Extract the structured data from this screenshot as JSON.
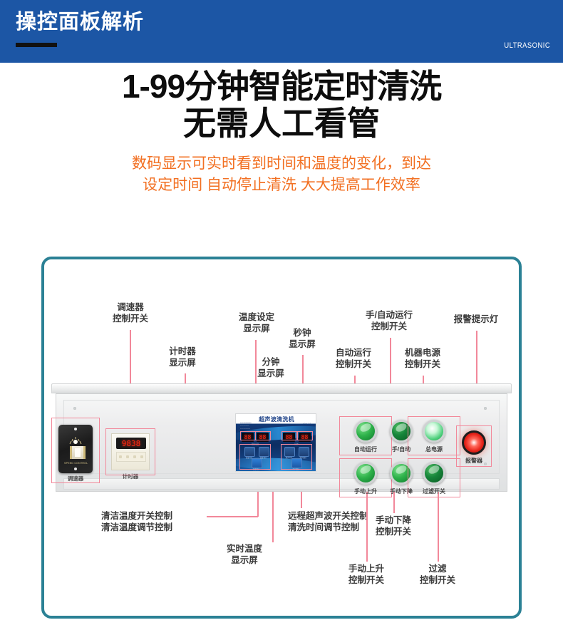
{
  "header": {
    "title": "操控面板解析",
    "brand": "ULTRASONIC",
    "bg_color": "#1c56a5"
  },
  "hero": {
    "line1": "1-99分钟智能定时清洗",
    "line2": "无需人工看管",
    "sub_line1": "数码显示可实时看到时间和温度的变化，到达",
    "sub_line2": "设定时间 自动停止清洗 大大提高工作效率",
    "sub_color": "#f26f21"
  },
  "diagram": {
    "frame_color": "#2b8195",
    "leader_color": "#f2889a",
    "callouts_top": [
      {
        "id": "speed-controller-switch",
        "line1": "调速器",
        "line2": "控制开关"
      },
      {
        "id": "timer-display",
        "line1": "计时器",
        "line2": "显示屏"
      },
      {
        "id": "temp-set-display",
        "line1": "温度设定",
        "line2": "显示屏"
      },
      {
        "id": "minute-display",
        "line1": "分钟",
        "line2": "显示屏"
      },
      {
        "id": "second-display",
        "line1": "秒钟",
        "line2": "显示屏"
      },
      {
        "id": "auto-run-switch",
        "line1": "自动运行",
        "line2": "控制开关"
      },
      {
        "id": "manual-auto-switch",
        "line1": "手/自动运行",
        "line2": "控制开关"
      },
      {
        "id": "machine-power-switch",
        "line1": "机器电源",
        "line2": "控制开关"
      },
      {
        "id": "alarm-indicator-lamp",
        "line1": "报警提示灯",
        "line2": ""
      }
    ],
    "callouts_bottom": [
      {
        "id": "clean-temp-control",
        "line1": "清洁温度开关控制",
        "line2": "清洁温度调节控制"
      },
      {
        "id": "realtime-temp-display",
        "line1": "实时温度",
        "line2": "显示屏"
      },
      {
        "id": "remote-ultrasonic-control",
        "line1": "远程超声波开关控制",
        "line2": "清洗时间调节控制"
      },
      {
        "id": "manual-up-switch",
        "line1": "手动上升",
        "line2": "控制开关"
      },
      {
        "id": "manual-down-switch",
        "line1": "手动下降",
        "line2": "控制开关"
      },
      {
        "id": "filter-switch",
        "line1": "过滤",
        "line2": "控制开关"
      }
    ],
    "machine": {
      "speed_controller": {
        "caption": "调速器",
        "logo_text": "SPEED CONTROL"
      },
      "timer": {
        "caption": "计时器",
        "display_value": "9838"
      },
      "blue_panel": {
        "title": "超声波清洗机",
        "spec_lines": "●数码显示清洗时间与温度\n●智能定时 自动停机\n●一键启动 操作简便",
        "brand_mark": "ULTRASONIC",
        "displays": [
          {
            "id": "temp-set",
            "value": "88",
            "label": "温度设定"
          },
          {
            "id": "temp-real",
            "value": "88",
            "label": "实时温度"
          },
          {
            "id": "minutes",
            "value": "88",
            "label": "分钟"
          },
          {
            "id": "seconds",
            "value": "88",
            "label": "秒钟"
          }
        ],
        "left_buttons": [
          {
            "id": "temp-switch",
            "label": "温度开关"
          },
          {
            "id": "temp-adjust",
            "label": "温度调节"
          },
          {
            "id": "temp-confirm",
            "label": "温度确认"
          }
        ],
        "right_buttons": [
          {
            "id": "ultrasonic-switch",
            "label": "超声开关"
          },
          {
            "id": "time-adjust",
            "label": "时间调节"
          },
          {
            "id": "time-confirm",
            "label": "时间确认"
          }
        ]
      },
      "green_buttons_top": [
        {
          "id": "auto-run",
          "label": "自动运行",
          "style": "normal"
        },
        {
          "id": "manual-auto",
          "label": "手/自动",
          "style": "dark"
        },
        {
          "id": "main-power",
          "label": "总电源",
          "style": "bright"
        }
      ],
      "green_buttons_bottom": [
        {
          "id": "manual-up",
          "label": "手动上升",
          "style": "normal"
        },
        {
          "id": "manual-down",
          "label": "手动下降",
          "style": "normal"
        },
        {
          "id": "filter-switch",
          "label": "过滤开关",
          "style": "dark"
        }
      ],
      "alarm": {
        "caption": "报警器",
        "color": "#e8241a"
      }
    }
  }
}
